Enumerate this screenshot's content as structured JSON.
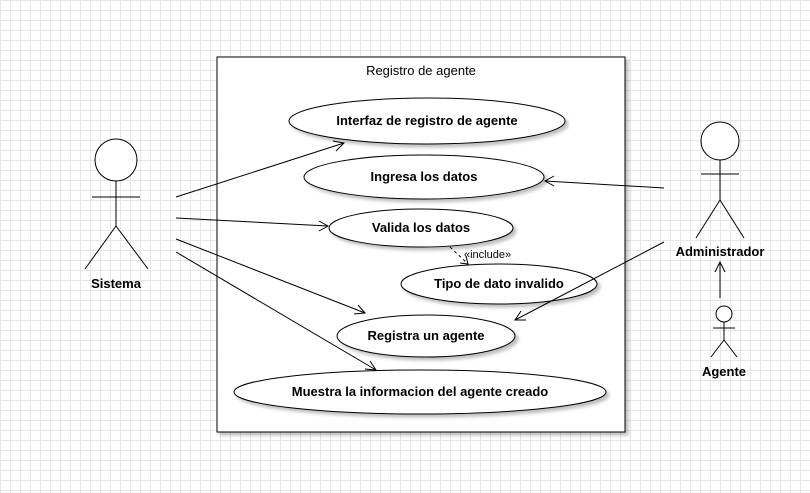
{
  "system": {
    "title": "Registro de agente"
  },
  "actors": {
    "sistema": "Sistema",
    "administrador": "Administrador",
    "agente": "Agente"
  },
  "use_cases": {
    "interfaz": "Interfaz de registro de agente",
    "ingresa": "Ingresa los datos",
    "valida": "Valida los datos",
    "tipo_invalido": "Tipo de dato invalido",
    "registra": "Registra un agente",
    "muestra": "Muestra la informacion del agente creado"
  },
  "relations": {
    "include_label": "«include»"
  }
}
